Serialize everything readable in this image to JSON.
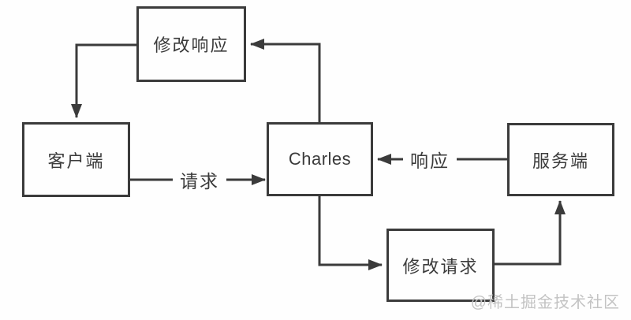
{
  "diagram": {
    "title_implied": "Charles proxy request/response flow",
    "nodes": {
      "client": {
        "label": "客户端"
      },
      "charles": {
        "label": "Charles"
      },
      "server": {
        "label": "服务端"
      },
      "modify_response": {
        "label": "修改响应"
      },
      "modify_request": {
        "label": "修改请求"
      }
    },
    "edges": {
      "request": {
        "label": "请求",
        "from": "client",
        "to": "charles"
      },
      "response": {
        "label": "响应",
        "from": "server",
        "to": "charles"
      },
      "charles_to_modify_response": {
        "from": "charles",
        "to": "modify_response"
      },
      "modify_response_to_client": {
        "from": "modify_response",
        "to": "client"
      },
      "charles_to_modify_request": {
        "from": "charles",
        "to": "modify_request"
      },
      "modify_request_to_server": {
        "from": "modify_request",
        "to": "server"
      }
    },
    "colors": {
      "stroke": "#3b3b3b",
      "background": "#fefefe",
      "watermark": "#c3c3c3"
    },
    "watermark": "@稀土掘金技术社区"
  }
}
